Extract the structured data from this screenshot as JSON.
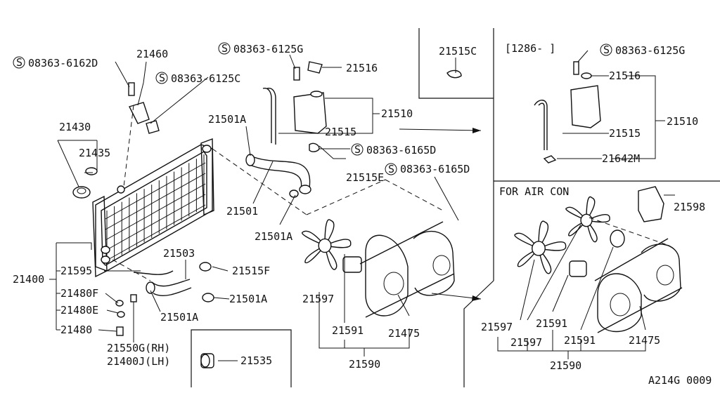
{
  "labels": {
    "p08363_6162D": "08363-6162D",
    "p21460": "21460",
    "p08363_6125C": "08363-6125C",
    "p08363_6125G_a": "08363-6125G",
    "p21516_a": "21516",
    "p21515C": "21515C",
    "p1286": "[1286-  ]",
    "p08363_6125G_b": "08363-6125G",
    "p21516_b": "21516",
    "p21510_a": "21510",
    "p21510_b": "21510",
    "p21515_a": "21515",
    "p21515_b": "21515",
    "p21642M": "21642M",
    "p21430": "21430",
    "p21435": "21435",
    "p21501A_a": "21501A",
    "p08363_6165D_a": "08363-6165D",
    "p21515E": "21515E",
    "p08363_6165D_b": "08363-6165D",
    "for_air_con": "FOR AIR CON",
    "p21598": "21598",
    "p21501": "21501",
    "p21501A_b": "21501A",
    "p21503": "21503",
    "p21595": "21595",
    "p21515F": "21515F",
    "p21400": "21400",
    "p21480F": "21480F",
    "p21501A_c": "21501A",
    "p21480E": "21480E",
    "p21501A_d": "21501A",
    "p21480": "21480",
    "p21550G": "21550G(RH)",
    "p21400J": "21400J(LH)",
    "p21535": "21535",
    "p21597_a": "21597",
    "p21591_a": "21591",
    "p21475_a": "21475",
    "p21590_a": "21590",
    "p21597_b": "21597",
    "p21597_c": "21597",
    "p21591_b": "21591",
    "p21591_c": "21591",
    "p21475_b": "21475",
    "p21590_b": "21590",
    "diagram_code": "A214G 0009"
  },
  "symbol_s": "S"
}
